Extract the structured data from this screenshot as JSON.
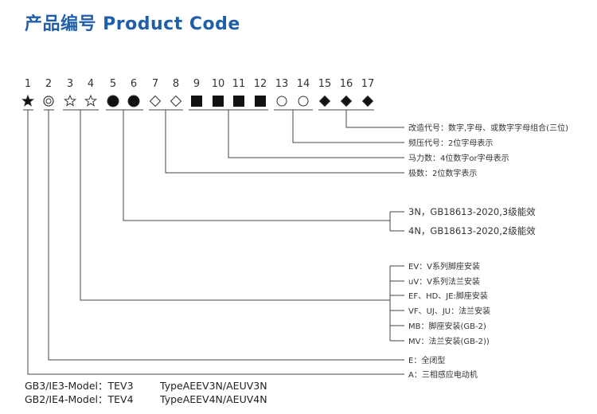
{
  "title": "产品编号 Product Code",
  "positions": [
    "1",
    "2",
    "3",
    "4",
    "5",
    "6",
    "7",
    "8",
    "9",
    "10",
    "11",
    "12",
    "13",
    "14",
    "15",
    "16",
    "17"
  ],
  "symbols": [
    "black-star",
    "double-circle",
    "white-star",
    "white-star",
    "black-circle",
    "black-circle",
    "white-diamond",
    "white-diamond",
    "black-square",
    "black-square",
    "black-square",
    "black-square",
    "white-circle",
    "white-circle",
    "black-diamond",
    "black-diamond",
    "black-diamond"
  ],
  "groups": {
    "modification": "改造代号：数字,字母、或数字字母组合(三位)",
    "frequency": "频压代号：2位字母表示",
    "horsepower": "马力数：4位数字or字母表示",
    "poles": "极数：2位数字表示",
    "efficiency": [
      "3N，GB18613-2020,3级能效",
      "4N，GB18613-2020,2级能效"
    ],
    "mounting": [
      "EV：V系列脚座安装",
      "uV：V系列法兰安装",
      "EF、HD、JE:脚座安装",
      "VF、UJ、JU：法兰安装",
      "MB：脚座安装(GB-2)",
      "MV：法兰安装(GB-2))"
    ],
    "enclosure": "E：全闭型",
    "motor_type": "A：三相感应电动机"
  },
  "footer": [
    {
      "model": "GB3/IE3-Model：TEV3",
      "type": "TypeAEEV3N/AEUV3N"
    },
    {
      "model": "GB2/IE4-Model：TEV4",
      "type": "TypeAEEV4N/AEUV4N"
    }
  ]
}
